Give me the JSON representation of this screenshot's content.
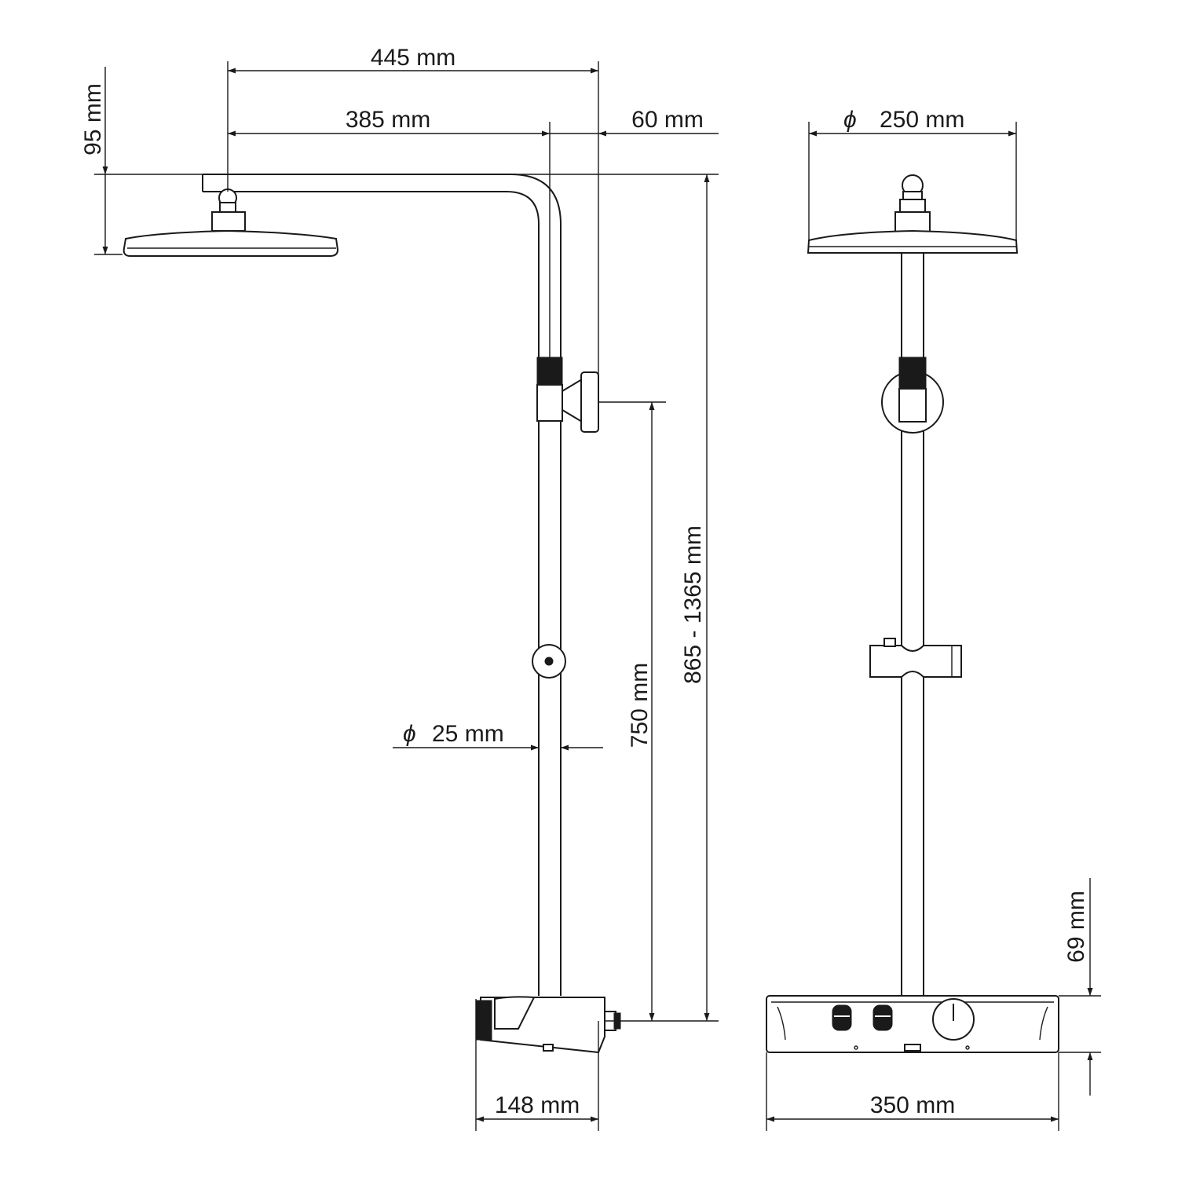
{
  "dimensions": {
    "width_445": "445  mm",
    "width_385": "385  mm",
    "offset_60": "60 mm",
    "height_95": "95  mm",
    "height_range": "865  -  1365 mm",
    "height_750": "750 mm",
    "pipe_diameter": "25 mm",
    "head_diameter": "250  mm",
    "depth_148": "148  mm",
    "width_350": "350 mm",
    "height_69": "69  mm"
  },
  "symbols": {
    "diameter": "ϕ"
  },
  "colors": {
    "line": "#1a1a1a",
    "background": "#ffffff"
  }
}
